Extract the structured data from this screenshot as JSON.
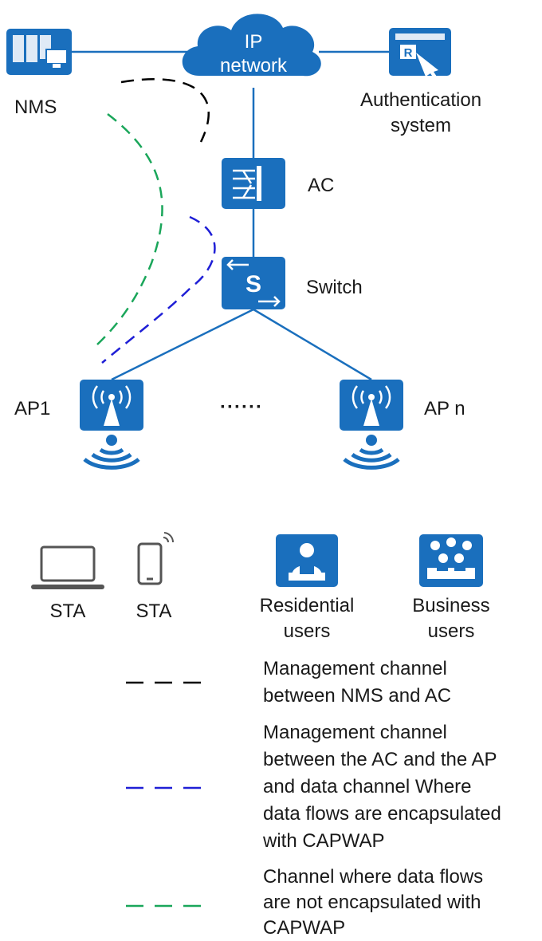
{
  "nodes": {
    "cloud": {
      "line1": "IP",
      "line2": "network",
      "icon": "cloud-icon"
    },
    "nms": {
      "label": "NMS",
      "icon": "server-monitor-icon"
    },
    "auth": {
      "line1": "Authentication",
      "line2": "system",
      "icon": "auth-server-icon"
    },
    "ac": {
      "label": "AC",
      "icon": "access-controller-icon"
    },
    "switch": {
      "label": "Switch",
      "icon": "switch-icon"
    },
    "ap1": {
      "label": "AP1",
      "icon": "access-point-icon"
    },
    "apn": {
      "label": "AP n",
      "icon": "access-point-icon"
    },
    "ellipsis": "······"
  },
  "clients": [
    {
      "label": "STA",
      "icon": "laptop-icon"
    },
    {
      "label": "STA",
      "icon": "phone-icon"
    },
    {
      "line1": "Residential",
      "line2": "users",
      "icon": "residential-user-icon"
    },
    {
      "line1": "Business",
      "line2": "users",
      "icon": "business-users-icon"
    }
  ],
  "legend": [
    {
      "color": "#000000",
      "lines": [
        "Management channel",
        "between NMS and AC"
      ]
    },
    {
      "color": "#1f1fd6",
      "lines": [
        "Management channel",
        "between the AC and the AP",
        "and data channel Where",
        "data flows are encapsulated",
        "with CAPWAP"
      ]
    },
    {
      "color": "#1aa65a",
      "lines": [
        "Channel where data flows",
        "are not encapsulated with",
        "CAPWAP"
      ]
    }
  ],
  "colors": {
    "icon_blue": "#1a6fbd",
    "link_blue": "#1a6fbd"
  }
}
